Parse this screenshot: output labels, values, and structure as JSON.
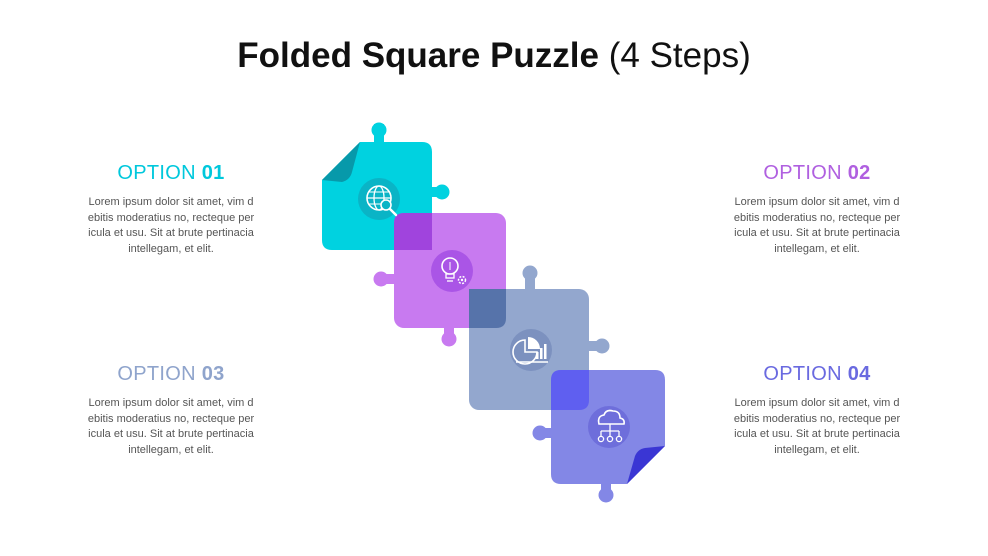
{
  "title": {
    "bold": "Folded Square Puzzle",
    "light": "(4 Steps)"
  },
  "options": [
    {
      "label": "OPTION",
      "number": "01",
      "color": "#00c8dc",
      "lines": [
        "Lorem ipsum dolor sit amet, vim d",
        "ebitis moderatius no, recteque per",
        "icula et usu. Sit at brute pertinacia",
        "intellegam, et elit."
      ]
    },
    {
      "label": "OPTION",
      "number": "02",
      "color": "#b060e0",
      "lines": [
        "Lorem ipsum dolor sit amet, vim d",
        "ebitis moderatius no, recteque per",
        "icula et usu. Sit at brute pertinacia",
        "intellegam, et elit."
      ]
    },
    {
      "label": "OPTION",
      "number": "03",
      "color": "#8fa4cc",
      "lines": [
        "Lorem ipsum dolor sit amet, vim d",
        "ebitis moderatius no, recteque per",
        "icula et usu. Sit at brute pertinacia",
        "intellegam, et elit."
      ]
    },
    {
      "label": "OPTION",
      "number": "04",
      "color": "#6a6ae0",
      "lines": [
        "Lorem ipsum dolor sit amet, vim d",
        "ebitis moderatius no, recteque per",
        "icula et usu. Sit at brute pertinacia",
        "intellegam, et elit."
      ]
    }
  ],
  "pieces": [
    {
      "fill": "#00d2e0",
      "fold": "#0799aa",
      "icon": "globe-search-icon"
    },
    {
      "fill": "#c87af0",
      "fold": "#a044dd",
      "icon": "lightbulb-gear-icon"
    },
    {
      "fill": "#93a7ce",
      "fold": "#5673aa",
      "icon": "pie-bar-chart-icon"
    },
    {
      "fill": "#8387e6",
      "fold": "#3a36d4",
      "icon": "cloud-network-icon"
    }
  ]
}
